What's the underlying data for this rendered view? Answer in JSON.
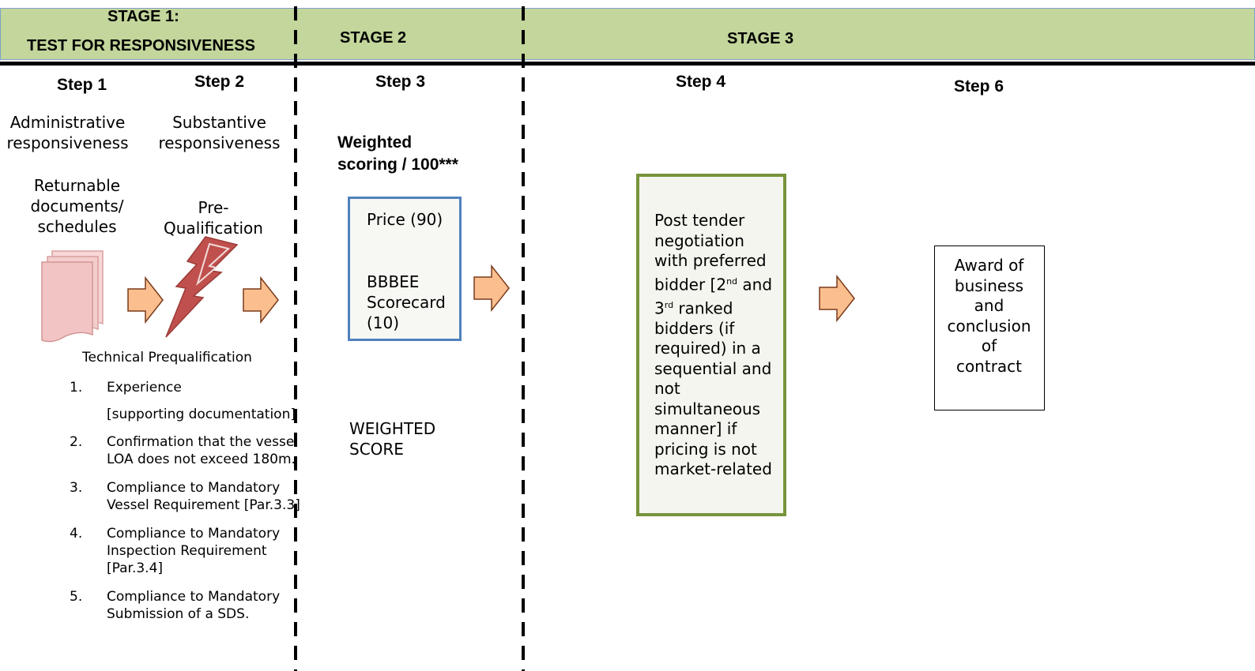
{
  "colors": {
    "header_band": "#c3d69b",
    "arrow_fill": "#fbbf8f",
    "arrow_stroke": "#7a3a1a",
    "stage2_box_border": "#4f81bd",
    "step4_box_border": "#77933c",
    "step4_box_fill": "#f5f5ef",
    "doc_icon": "#f2c4c4",
    "bolt_icon": "#c0504d"
  },
  "header": {
    "stage1_title": "STAGE 1:",
    "stage1_subtitle": "TEST FOR RESPONSIVENESS",
    "stage2_title": "STAGE 2",
    "stage3_title": "STAGE 3"
  },
  "steps": {
    "step1": {
      "label": "Step 1",
      "heading_line1": "Administrative",
      "heading_line2": "responsiveness",
      "sub_line1": "Returnable",
      "sub_line2": "documents/",
      "sub_line3": "schedules",
      "icon": "document-stack-icon"
    },
    "step2": {
      "label": "Step 2",
      "heading_line1": "Substantive",
      "heading_line2": "responsiveness",
      "sub_line1": "Pre-",
      "sub_line2": "Qualification",
      "icon": "lightning-bolt-icon"
    },
    "step3": {
      "label": "Step 3",
      "heading_line1": "Weighted",
      "heading_line2": "scoring / 100***",
      "box_price": "Price (90)",
      "box_bbbee_line1": "BBBEE",
      "box_bbbee_line2": "Scorecard",
      "box_bbbee_line3": "(10)",
      "weighted_line1": "WEIGHTED",
      "weighted_line2": "SCORE"
    },
    "step4": {
      "label": "Step 4",
      "lines": [
        "Post tender",
        "negotiation",
        "with preferred",
        "bidder [2",
        "nd",
        "and",
        "3",
        "rd",
        "ranked",
        "bidders (if",
        "required) in a",
        "sequential and",
        "not",
        "simultaneous",
        "manner] if",
        "pricing is not",
        "market-related"
      ]
    },
    "step6": {
      "label": "Step 6",
      "lines": [
        "Award of",
        "business",
        "and",
        "conclusion",
        "of",
        "contract"
      ]
    }
  },
  "technical": {
    "title": "Technical Prequalification",
    "items": [
      {
        "num": "1.",
        "line1": "Experience",
        "line2": "[supporting documentation]",
        "line3": ""
      },
      {
        "num": "2.",
        "line1": "Confirmation that the vessel",
        "line2": "LOA does not exceed 180m.",
        "line3": ""
      },
      {
        "num": "3.",
        "line1": "Compliance to Mandatory",
        "line2": "Vessel Requirement [Par.3.3]",
        "line3": ""
      },
      {
        "num": "4.",
        "line1": "Compliance to Mandatory",
        "line2": "Inspection Requirement",
        "line3": "[Par.3.4]"
      },
      {
        "num": "5.",
        "line1": "Compliance to Mandatory",
        "line2": "Submission of a SDS.",
        "line3": ""
      }
    ]
  }
}
